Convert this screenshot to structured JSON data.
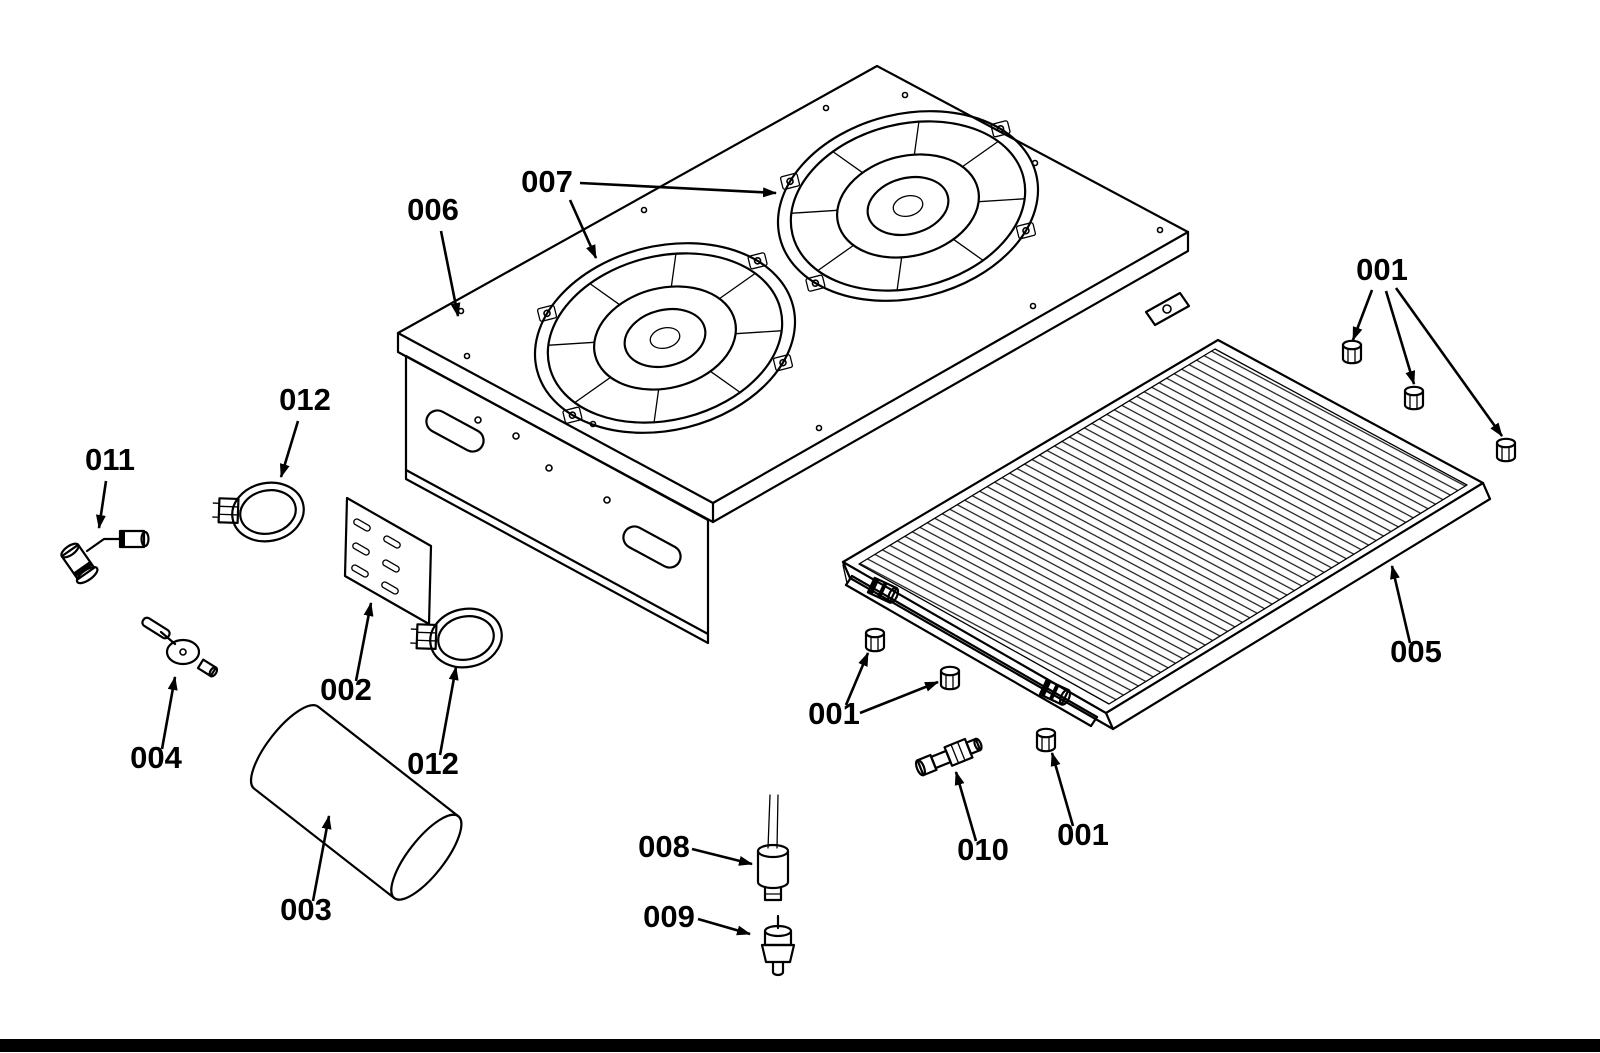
{
  "page": {
    "background_color": "#ffffff",
    "line_color": "#000000",
    "footer_bar_color": "#000000"
  },
  "diagram": {
    "kind": "exploded-parts-diagram",
    "labels": [
      {
        "id": "label-007",
        "text": "007"
      },
      {
        "id": "label-006",
        "text": "006"
      },
      {
        "id": "label-001-top-right",
        "text": "001"
      },
      {
        "id": "label-012-upper",
        "text": "012"
      },
      {
        "id": "label-011",
        "text": "011"
      },
      {
        "id": "label-002",
        "text": "002"
      },
      {
        "id": "label-004",
        "text": "004"
      },
      {
        "id": "label-012-lower",
        "text": "012"
      },
      {
        "id": "label-003",
        "text": "003"
      },
      {
        "id": "label-008",
        "text": "008"
      },
      {
        "id": "label-009",
        "text": "009"
      },
      {
        "id": "label-001-mid",
        "text": "001"
      },
      {
        "id": "label-010",
        "text": "010"
      },
      {
        "id": "label-001-lower-right",
        "text": "001"
      },
      {
        "id": "label-005",
        "text": "005"
      }
    ]
  }
}
